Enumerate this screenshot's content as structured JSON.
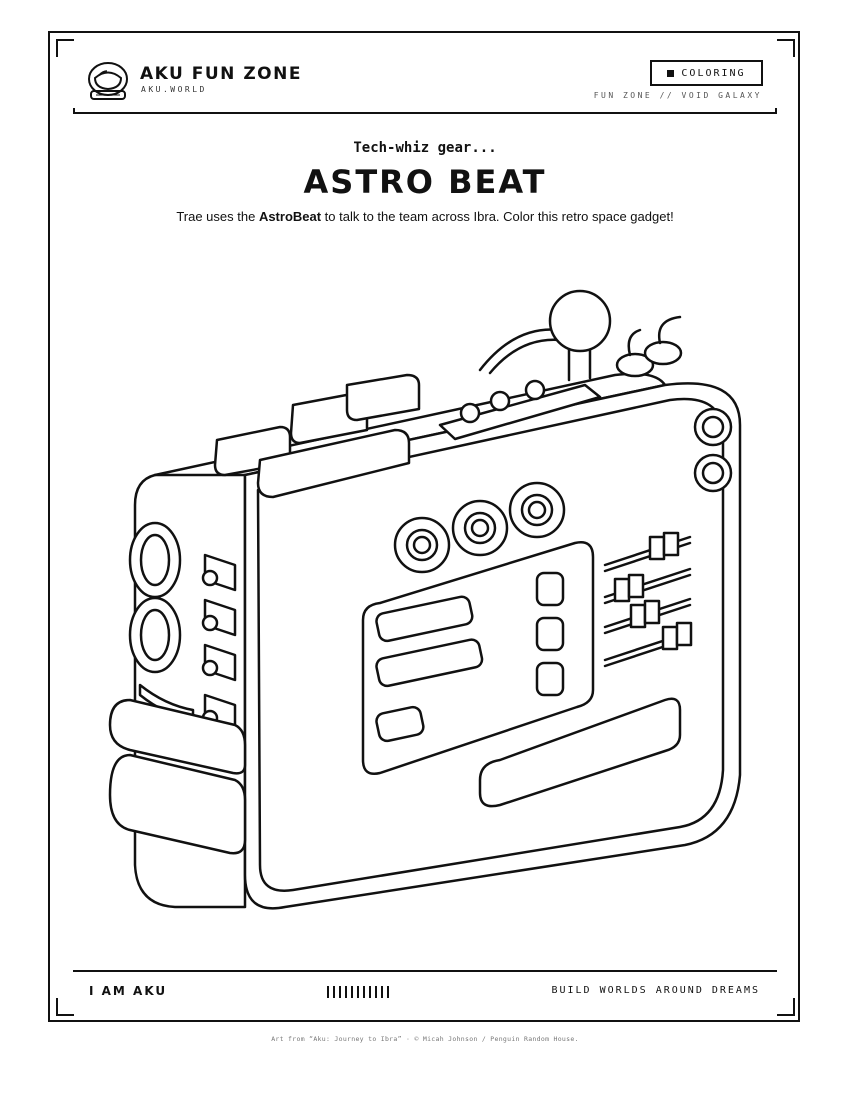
{
  "header": {
    "brand_name": "AKU FUN ZONE",
    "brand_url": "AKU.WORLD",
    "badge_label": "COLORING",
    "zone_label": "FUN ZONE // VOID GALAXY",
    "logo_icon": "astronaut-helmet-icon"
  },
  "content": {
    "kicker": "Tech-whiz gear...",
    "title": "ASTRO BEAT",
    "desc_pre": "Trae uses the ",
    "desc_bold": "AstroBeat",
    "desc_post": " to talk to the team across Ibra. Color this retro space gadget!",
    "illustration_icon": "astrobeat-gadget-line-art"
  },
  "footer": {
    "left_label": "I AM AKU",
    "right_label": "BUILD WORLDS AROUND DREAMS",
    "barcode_bars": 11,
    "credit": "Art from “Aku: Journey to Ibra” · © Micah Johnson / Penguin Random House."
  },
  "colors": {
    "ink": "#111111",
    "paper": "#ffffff",
    "muted": "#777777"
  }
}
